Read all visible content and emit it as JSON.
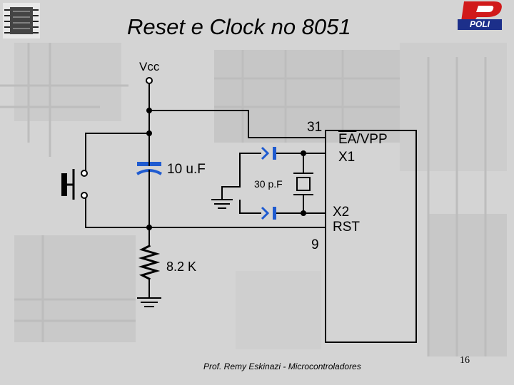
{
  "slide": {
    "title": "Reset e Clock no 8051",
    "footer": "Prof. Remy Eskinazi - Microcontroladores",
    "page_number": "16",
    "logo_text": "POLI"
  },
  "labels": {
    "vcc": "Vcc",
    "pin31": "31",
    "ea_bar": "EA",
    "ea_rest": "/VPP",
    "x1": "X1",
    "cap_reset": "10 u.F",
    "cap_crystal": "30 p.F",
    "x2": "X2",
    "rst": "RST",
    "pin9": "9",
    "resistor": "8.2 K"
  }
}
